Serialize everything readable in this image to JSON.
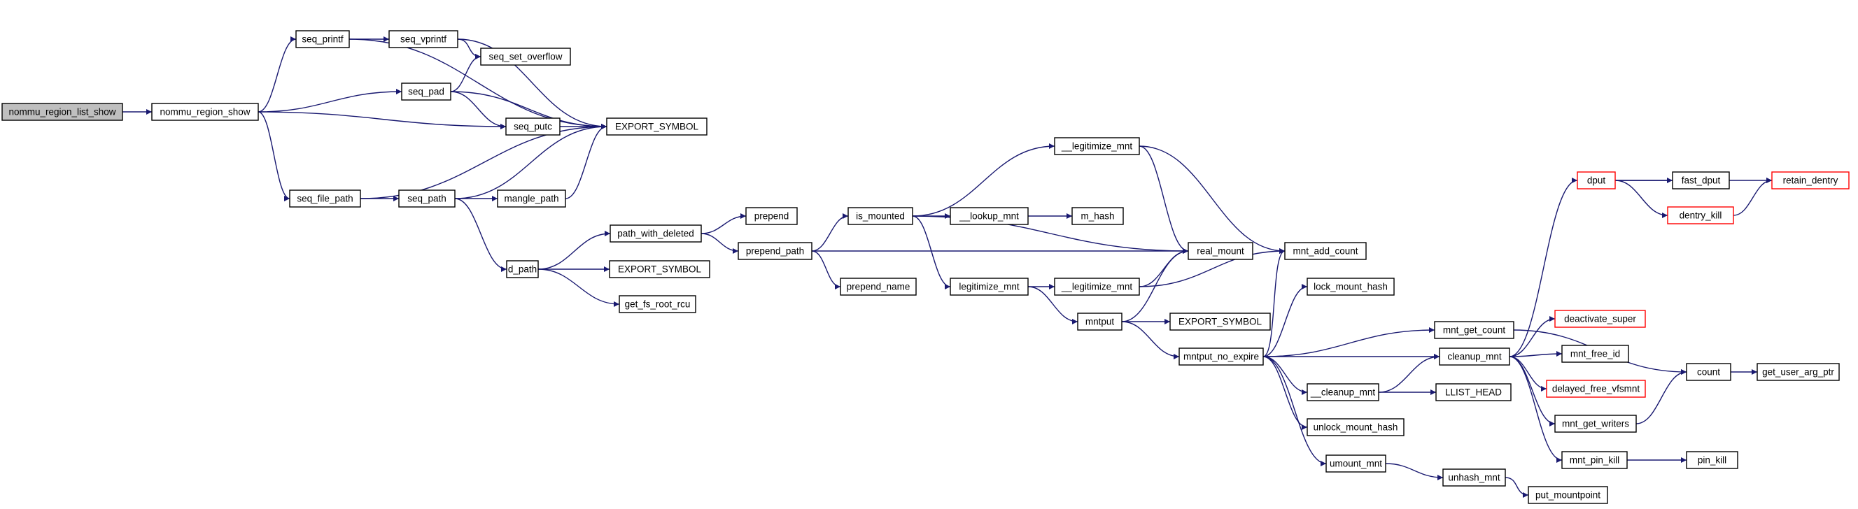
{
  "graph": {
    "colors": {
      "edge": "#191970",
      "node_border": "#000000",
      "root_fill": "#bfbfbf",
      "node_fill": "#ffffff",
      "truncated_border": "#ff0000"
    },
    "nodes": [
      {
        "id": "n1",
        "label": "nommu_region_list_show",
        "root": true
      },
      {
        "id": "n2",
        "label": "nommu_region_show"
      },
      {
        "id": "n3",
        "label": "seq_printf"
      },
      {
        "id": "n4",
        "label": "seq_vprintf"
      },
      {
        "id": "n5",
        "label": "seq_set_overflow"
      },
      {
        "id": "n6",
        "label": "EXPORT_SYMBOL"
      },
      {
        "id": "n7",
        "label": "seq_pad"
      },
      {
        "id": "n8",
        "label": "seq_putc"
      },
      {
        "id": "n9",
        "label": "seq_file_path"
      },
      {
        "id": "n10",
        "label": "seq_path"
      },
      {
        "id": "n11",
        "label": "mangle_path"
      },
      {
        "id": "n12",
        "label": "d_path"
      },
      {
        "id": "n13",
        "label": "path_with_deleted"
      },
      {
        "id": "n14",
        "label": "EXPORT_SYMBOL"
      },
      {
        "id": "n15",
        "label": "get_fs_root_rcu"
      },
      {
        "id": "n16",
        "label": "prepend"
      },
      {
        "id": "n17",
        "label": "prepend_path"
      },
      {
        "id": "n18",
        "label": "prepend_name"
      },
      {
        "id": "n19",
        "label": "is_mounted"
      },
      {
        "id": "n20",
        "label": "__legitimize_mnt"
      },
      {
        "id": "n21",
        "label": "__lookup_mnt"
      },
      {
        "id": "n22",
        "label": "m_hash"
      },
      {
        "id": "n23",
        "label": "legitimize_mnt"
      },
      {
        "id": "n24",
        "label": "__legitimize_mnt"
      },
      {
        "id": "n25",
        "label": "mntput"
      },
      {
        "id": "n26",
        "label": "EXPORT_SYMBOL"
      },
      {
        "id": "n27",
        "label": "real_mount"
      },
      {
        "id": "n28",
        "label": "mnt_add_count"
      },
      {
        "id": "n29",
        "label": "lock_mount_hash"
      },
      {
        "id": "n30",
        "label": "mntput_no_expire"
      },
      {
        "id": "n31",
        "label": "__cleanup_mnt"
      },
      {
        "id": "n32",
        "label": "unlock_mount_hash"
      },
      {
        "id": "n33",
        "label": "umount_mnt"
      },
      {
        "id": "n34",
        "label": "mnt_get_count"
      },
      {
        "id": "n35",
        "label": "cleanup_mnt"
      },
      {
        "id": "n36",
        "label": "LLIST_HEAD"
      },
      {
        "id": "n37",
        "label": "unhash_mnt"
      },
      {
        "id": "n38",
        "label": "put_mountpoint"
      },
      {
        "id": "n39",
        "label": "dput",
        "truncated": true
      },
      {
        "id": "n40",
        "label": "deactivate_super",
        "truncated": true
      },
      {
        "id": "n41",
        "label": "mnt_free_id"
      },
      {
        "id": "n42",
        "label": "delayed_free_vfsmnt",
        "truncated": true
      },
      {
        "id": "n43",
        "label": "mnt_get_writers"
      },
      {
        "id": "n44",
        "label": "mnt_pin_kill"
      },
      {
        "id": "n45",
        "label": "fast_dput"
      },
      {
        "id": "n46",
        "label": "dentry_kill",
        "truncated": true
      },
      {
        "id": "n47",
        "label": "retain_dentry",
        "truncated": true
      },
      {
        "id": "n48",
        "label": "count"
      },
      {
        "id": "n49",
        "label": "get_user_arg_ptr"
      },
      {
        "id": "n50",
        "label": "pin_kill"
      }
    ],
    "edges": [
      [
        "n1",
        "n2"
      ],
      [
        "n2",
        "n3"
      ],
      [
        "n2",
        "n7"
      ],
      [
        "n2",
        "n8"
      ],
      [
        "n2",
        "n9"
      ],
      [
        "n3",
        "n4"
      ],
      [
        "n3",
        "n6"
      ],
      [
        "n4",
        "n5"
      ],
      [
        "n4",
        "n6"
      ],
      [
        "n7",
        "n5"
      ],
      [
        "n7",
        "n8"
      ],
      [
        "n7",
        "n6"
      ],
      [
        "n8",
        "n6"
      ],
      [
        "n9",
        "n10"
      ],
      [
        "n9",
        "n6"
      ],
      [
        "n10",
        "n6"
      ],
      [
        "n10",
        "n11"
      ],
      [
        "n10",
        "n12"
      ],
      [
        "n11",
        "n6"
      ],
      [
        "n12",
        "n13"
      ],
      [
        "n12",
        "n14"
      ],
      [
        "n12",
        "n15"
      ],
      [
        "n13",
        "n16"
      ],
      [
        "n13",
        "n17"
      ],
      [
        "n17",
        "n18"
      ],
      [
        "n17",
        "n19"
      ],
      [
        "n17",
        "n27"
      ],
      [
        "n19",
        "n20"
      ],
      [
        "n19",
        "n21"
      ],
      [
        "n19",
        "n23"
      ],
      [
        "n19",
        "n27"
      ],
      [
        "n20",
        "n27"
      ],
      [
        "n20",
        "n28"
      ],
      [
        "n21",
        "n22"
      ],
      [
        "n23",
        "n24"
      ],
      [
        "n23",
        "n25"
      ],
      [
        "n24",
        "n27"
      ],
      [
        "n24",
        "n28"
      ],
      [
        "n25",
        "n27"
      ],
      [
        "n25",
        "n26"
      ],
      [
        "n25",
        "n30"
      ],
      [
        "n30",
        "n28"
      ],
      [
        "n30",
        "n29"
      ],
      [
        "n30",
        "n34"
      ],
      [
        "n30",
        "n35"
      ],
      [
        "n30",
        "n31"
      ],
      [
        "n30",
        "n32"
      ],
      [
        "n30",
        "n33"
      ],
      [
        "n31",
        "n35"
      ],
      [
        "n31",
        "n36"
      ],
      [
        "n33",
        "n37"
      ],
      [
        "n37",
        "n38"
      ],
      [
        "n34",
        "n48"
      ],
      [
        "n35",
        "n39"
      ],
      [
        "n35",
        "n40"
      ],
      [
        "n35",
        "n41"
      ],
      [
        "n35",
        "n42"
      ],
      [
        "n35",
        "n43"
      ],
      [
        "n35",
        "n44"
      ],
      [
        "n39",
        "n45"
      ],
      [
        "n39",
        "n46"
      ],
      [
        "n39",
        "n47"
      ],
      [
        "n46",
        "n47"
      ],
      [
        "n43",
        "n48"
      ],
      [
        "n48",
        "n49"
      ],
      [
        "n44",
        "n50"
      ]
    ]
  }
}
